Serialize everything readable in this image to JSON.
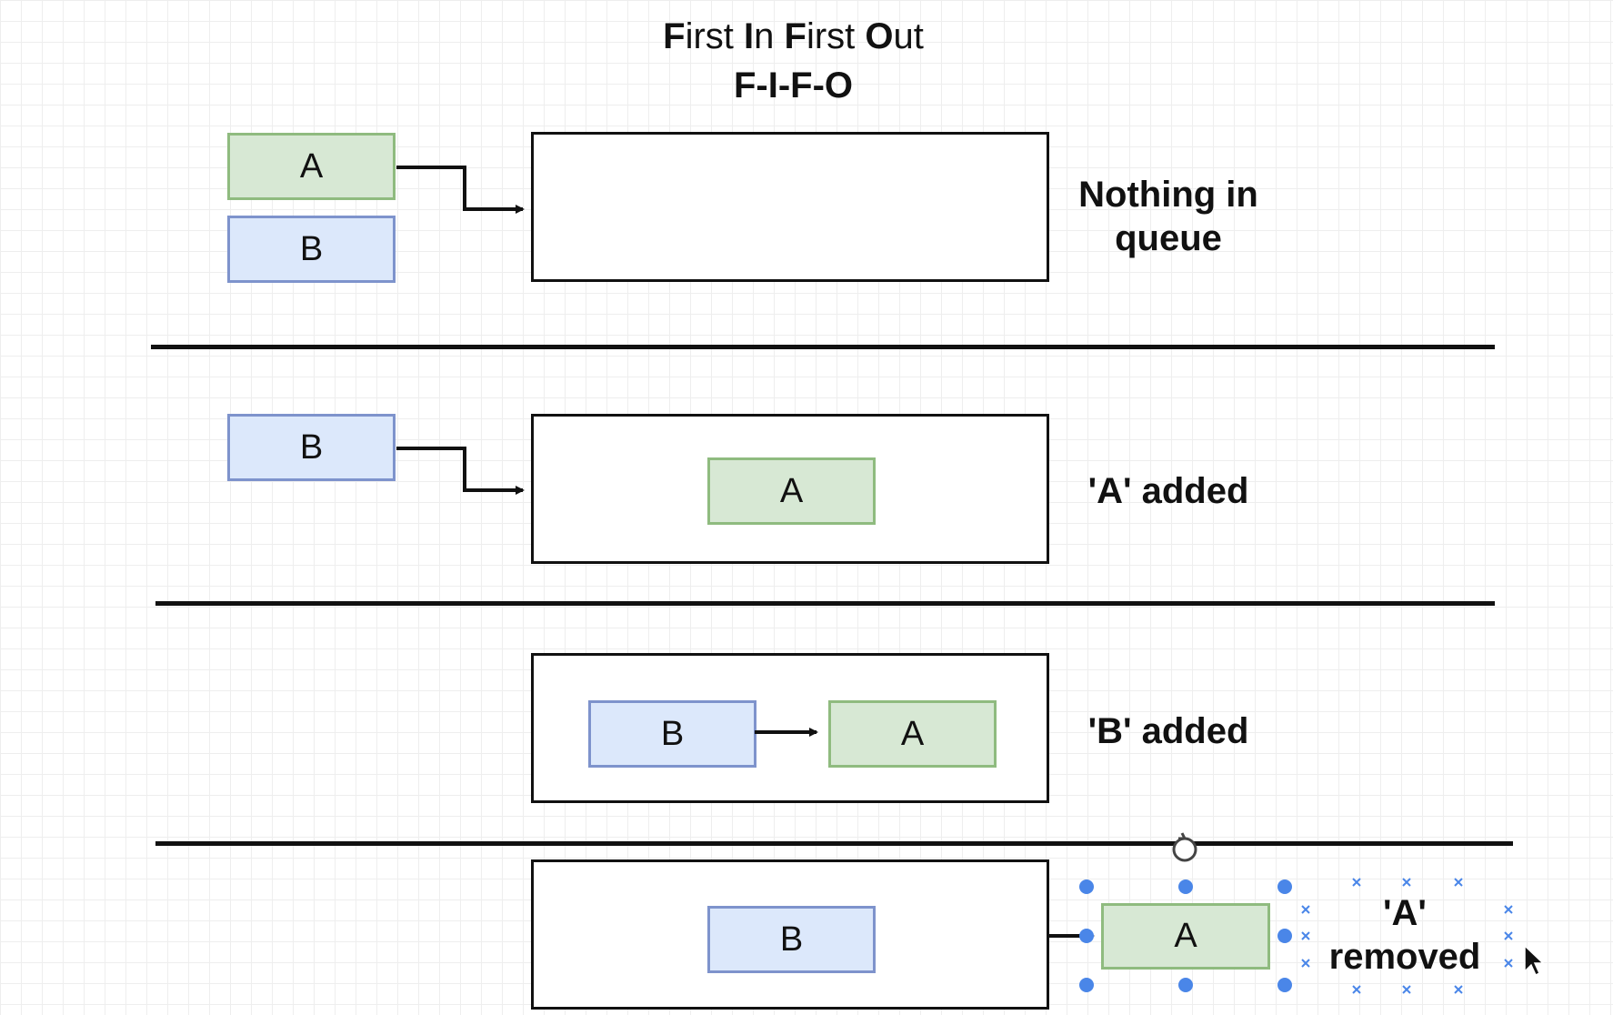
{
  "title": {
    "line1_parts": [
      {
        "bold": "F",
        "rest": "irst "
      },
      {
        "bold": "I",
        "rest": "n "
      },
      {
        "bold": "F",
        "rest": "irst "
      },
      {
        "bold": "O",
        "rest": "ut"
      }
    ],
    "line2": "F-I-F-O"
  },
  "colors": {
    "green_fill": "#d7e8d4",
    "green_border": "#8fbb7f",
    "blue_fill": "#dce8fb",
    "blue_border": "#7e93cc",
    "selection_handle": "#4a86e8"
  },
  "stages": [
    {
      "outside_items": [
        "A",
        "B"
      ],
      "queue_items": [],
      "caption": "Nothing in\nqueue"
    },
    {
      "outside_items": [
        "B"
      ],
      "queue_items": [
        "A"
      ],
      "caption": "'A' added"
    },
    {
      "outside_items": [],
      "queue_items": [
        "B",
        "A"
      ],
      "caption": "'B' added"
    },
    {
      "outside_items": [],
      "queue_items": [
        "B"
      ],
      "removed_item": "A",
      "caption": "'A'\nremoved"
    }
  ],
  "icons": {
    "rotate_handle": "rotate-icon",
    "cursor": "mouse-cursor-icon"
  }
}
